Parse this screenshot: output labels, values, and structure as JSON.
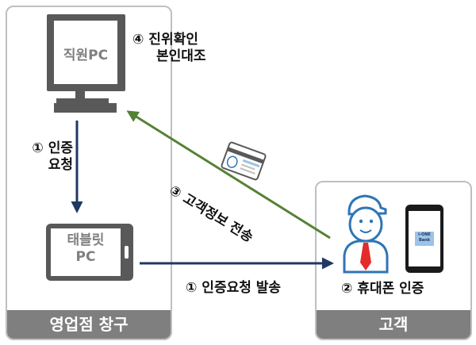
{
  "branch": {
    "footer": "영업점 창구",
    "employee_pc": "직원PC",
    "tablet_line1": "태블릿",
    "tablet_line2": "PC",
    "step4_line1": "④ 진위확인",
    "step4_line2": "본인대조",
    "step1_line1": "① 인증",
    "step1_line2": "요청"
  },
  "customer": {
    "footer": "고객",
    "phone_brand_line1": "i-ONE",
    "phone_brand_line2": "Bank",
    "step2": "② 휴대폰 인증"
  },
  "flows": {
    "step1_send": "① 인증요청 발송",
    "step3_transfer": "③ 고객정보 전송"
  },
  "colors": {
    "navy_arrow": "#1f3864",
    "green_arrow": "#548235",
    "footer_gray": "#7f7f7f",
    "panel_border": "#bfbfbf",
    "person_blue": "#2e75b6",
    "tie_red": "#e32b2b"
  }
}
